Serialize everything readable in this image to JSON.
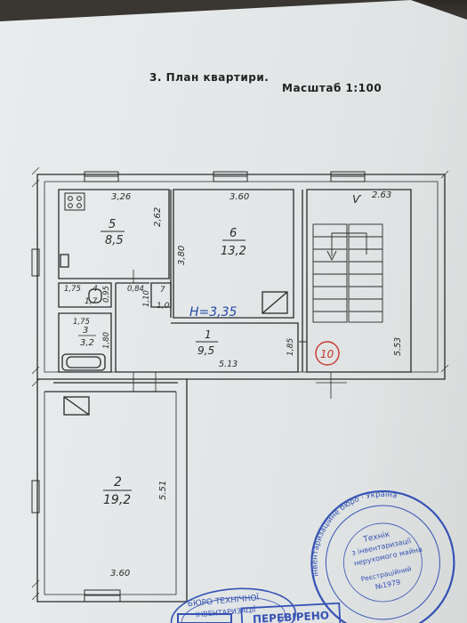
{
  "header": {
    "title": "3. План квартири.",
    "scale": "Масштаб 1:100"
  },
  "rooms": [
    {
      "number": "5",
      "area": "8,5",
      "width": "3,26",
      "depth": "2,62"
    },
    {
      "number": "6",
      "area": "13,2",
      "width": "3.60",
      "depth": "3,80"
    },
    {
      "number": "4",
      "area": "1,7",
      "width": "1,75",
      "depth": "0,95"
    },
    {
      "number": "7",
      "area": "1,0",
      "width": "0,84",
      "depth": "1,10"
    },
    {
      "number": "3",
      "area": "3,2",
      "width": "1,75",
      "depth": "1,80"
    },
    {
      "number": "1",
      "area": "9,5",
      "width": "5.13",
      "depth": "1,85"
    },
    {
      "number": "2",
      "area": "19,2",
      "width": "3.60",
      "depth": "5.51"
    }
  ],
  "stair": {
    "label": "Ѵ",
    "width": "2.63",
    "depth": "5.53"
  },
  "ceiling_height": "Н=3,35",
  "apartment_number": "10",
  "colors": {
    "ink": "#2a2a2a",
    "blue_pencil": "#2448a8",
    "stamp": "#3552b5",
    "red_pencil": "#c8342c"
  },
  "stamps": {
    "round": {
      "ring_text": "Інвентаризаційне бюро · Україна",
      "center_1": "Технік",
      "center_2": "з інвентаризації",
      "center_3": "нерухомого майна",
      "reg_label": "Реєстраційний",
      "reg_number": "№1979"
    },
    "left_oval": "БЮРО ТЕХНІЧНОЇ",
    "left_oval_2": "ІНВЕНТАРИЗАЦІЇ",
    "box": "ПЕРЕВІРЕНО"
  }
}
